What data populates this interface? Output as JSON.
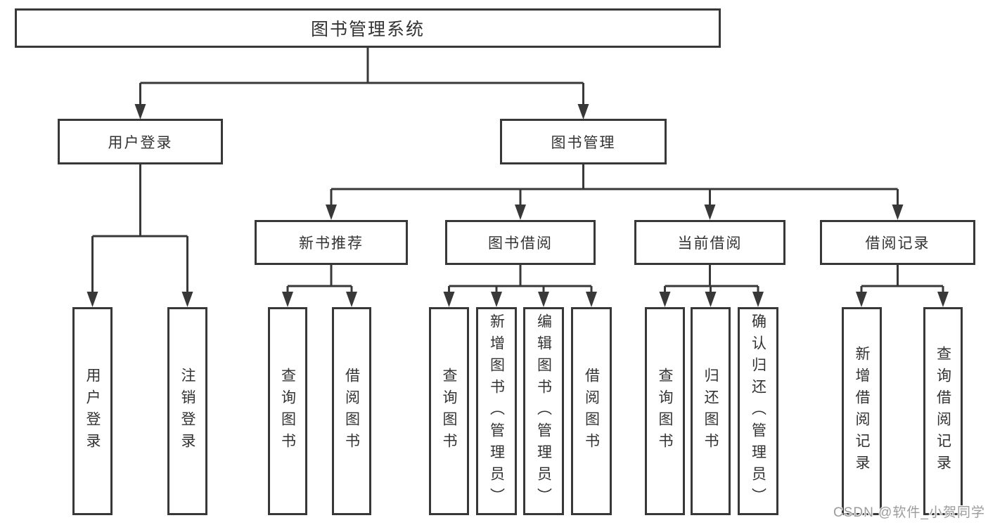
{
  "diagram": {
    "root": "图书管理系统",
    "level1": {
      "user_login": "用户登录",
      "book_mgmt": "图书管理"
    },
    "level2": {
      "new_book_rec": "新书推荐",
      "book_borrow": "图书借阅",
      "current_borrow": "当前借阅",
      "borrow_records": "借阅记录"
    },
    "leaves": {
      "user_login": "用户登录",
      "logout": "注销登录",
      "rec_query_book": "查询图书",
      "rec_borrow_book": "借阅图书",
      "bb_query_book": "查询图书",
      "bb_add_book": "新增图书（管理员）",
      "bb_edit_book": "编辑图书（管理员）",
      "bb_borrow_book": "借阅图书",
      "cb_query_book": "查询图书",
      "cb_return_book": "归还图书",
      "cb_confirm_return": "确认归还（管理员）",
      "br_add_record": "新增借阅记录",
      "br_query_record": "查询借阅记录"
    }
  },
  "watermark": {
    "text": "CSDN @软件_小贺同学"
  },
  "colors": {
    "stroke": "#383838",
    "text": "#333333",
    "watermark": "#9c9c9c",
    "background": "#ffffff"
  }
}
